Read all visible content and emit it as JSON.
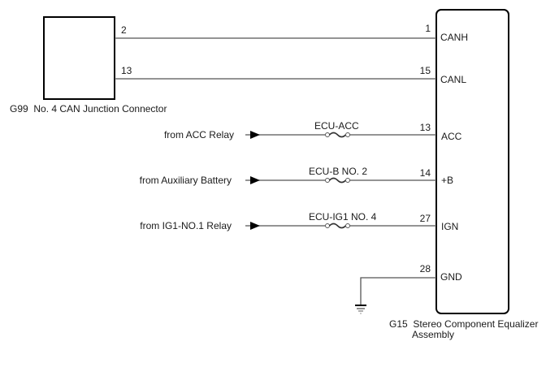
{
  "left_connector": {
    "id": "G99",
    "name": "No. 4 CAN Junction Connector",
    "pins": [
      {
        "pin": "2",
        "net": "CANH"
      },
      {
        "pin": "13",
        "net": "CANL"
      }
    ]
  },
  "ecu": {
    "id": "G15",
    "name_line1": "Stereo Component Equalizer",
    "name_line2": "Assembly",
    "terminals": [
      {
        "pin": "1",
        "label": "CANH"
      },
      {
        "pin": "15",
        "label": "CANL"
      },
      {
        "pin": "13",
        "label": "ACC"
      },
      {
        "pin": "14",
        "label": "+B"
      },
      {
        "pin": "27",
        "label": "IGN"
      },
      {
        "pin": "28",
        "label": "GND"
      }
    ]
  },
  "power_inputs": [
    {
      "source": "from ACC Relay",
      "fuse": "ECU-ACC"
    },
    {
      "source": "from Auxiliary Battery",
      "fuse": "ECU-B NO. 2"
    },
    {
      "source": "from IG1-NO.1 Relay",
      "fuse": "ECU-IG1 NO. 4"
    }
  ],
  "colors": {
    "wire": "#555555",
    "outline": "#000000"
  }
}
